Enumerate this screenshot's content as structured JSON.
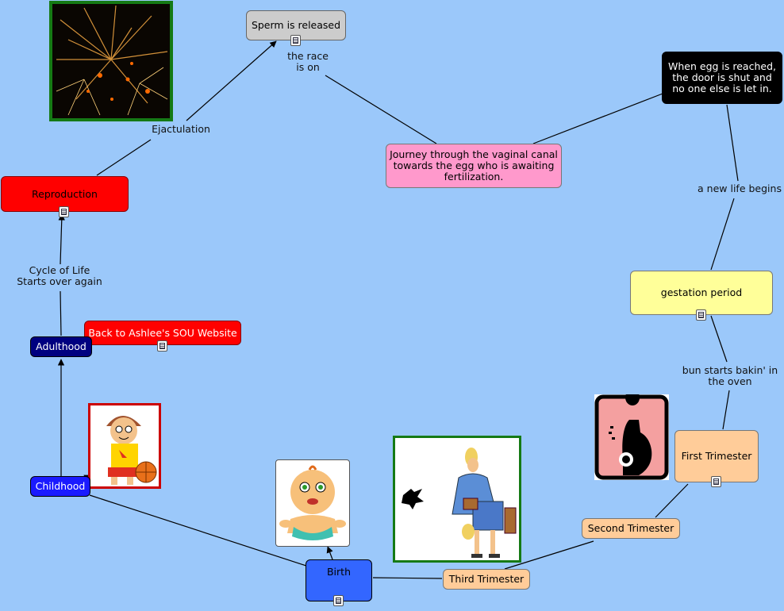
{
  "colors": {
    "background": "#9bc8fa",
    "reproduction": "#ff0000",
    "adulthood": "#000080",
    "childhood": "#1a1aff",
    "birth": "#3366ff",
    "trimester": "#ffcc99",
    "gestation": "#ffff99",
    "journey": "#ff99cc",
    "sperm": "#cccccc",
    "egg_reached": "#000000"
  },
  "nodes": {
    "sperm": "Sperm is released",
    "egg_reached": "When egg is reached,\nthe door is shut and\nno one else is let in.",
    "journey": "Journey through the vaginal canal\ntowards the egg who is awaiting\nfertilization.",
    "reproduction": "Reproduction",
    "gestation": "gestation period",
    "back_link": "Back to Ashlee's SOU Website",
    "adulthood": "Adulthood",
    "childhood": "Childhood",
    "first_trimester": "First Trimester",
    "second_trimester": "Second Trimester",
    "third_trimester": "Third Trimester",
    "birth": "Birth"
  },
  "links": {
    "ejaculation": "Ejactulation",
    "race": "the race\nis on",
    "new_life": "a new life begins",
    "cycle": "Cycle of Life\nStarts over again",
    "bun": "bun starts bakin' in\nthe oven"
  },
  "icons": {
    "resource": "document-icon",
    "fireworks": "fireworks-image",
    "baby": "baby-image",
    "child": "child-with-ball-image",
    "pregnant": "pregnant-silhouette-image",
    "mother": "mother-with-stork-image"
  }
}
